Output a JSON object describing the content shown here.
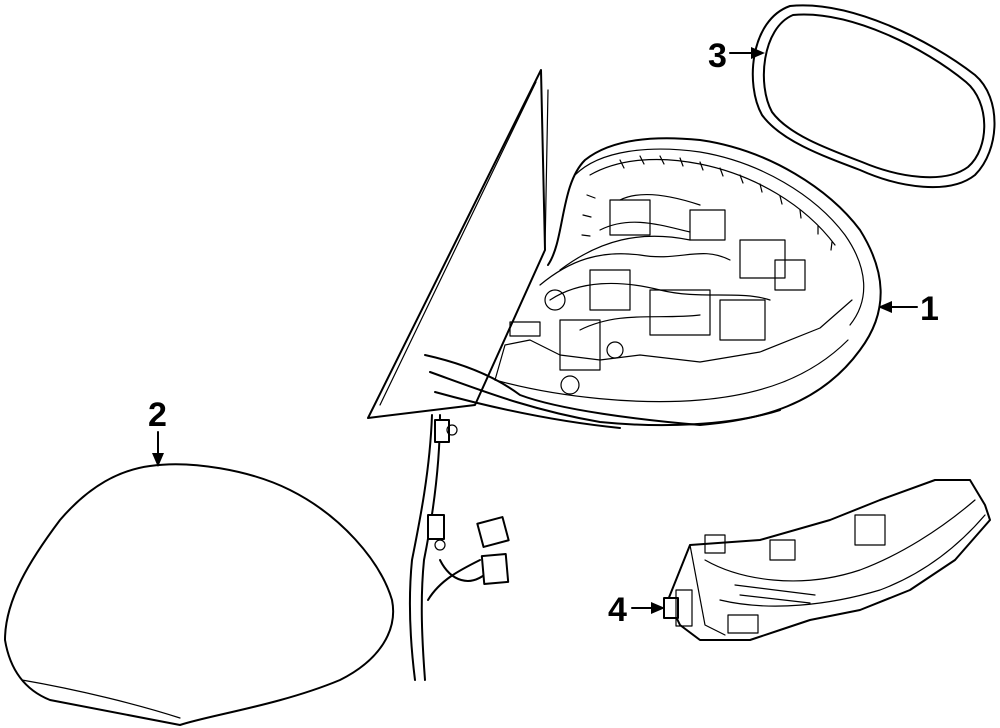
{
  "callouts": [
    {
      "id": "1",
      "label": "1",
      "part": "mirror-assembly"
    },
    {
      "id": "2",
      "label": "2",
      "part": "mirror-cover"
    },
    {
      "id": "3",
      "label": "3",
      "part": "mirror-glass"
    },
    {
      "id": "4",
      "label": "4",
      "part": "turn-signal-lamp"
    }
  ]
}
